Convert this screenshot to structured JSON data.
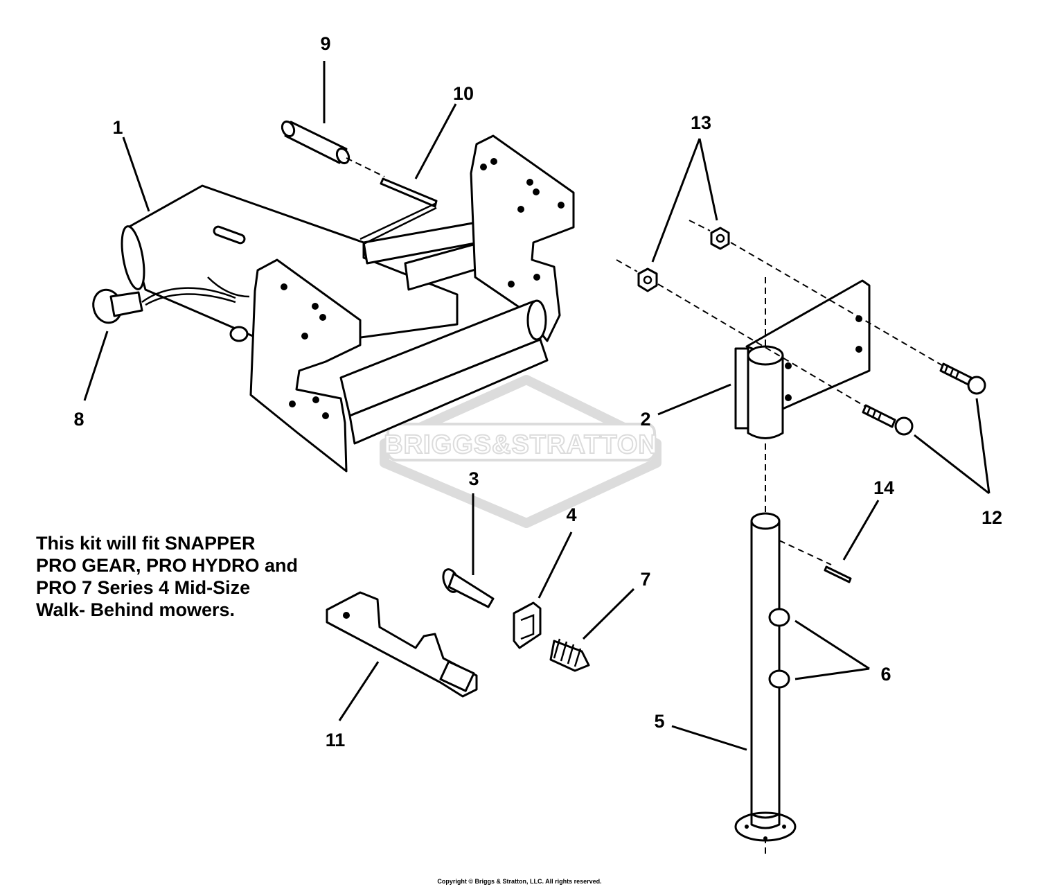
{
  "callouts": {
    "c1": "1",
    "c2": "2",
    "c3": "3",
    "c4": "4",
    "c5": "5",
    "c6": "6",
    "c7": "7",
    "c8": "8",
    "c9": "9",
    "c10": "10",
    "c11": "11",
    "c12": "12",
    "c13": "13",
    "c14": "14"
  },
  "note": "This kit will fit SNAPPER PRO GEAR, PRO HYDRO and PRO 7 Series 4 Mid-Size Walk- Behind mowers.",
  "watermark": "BRIGGS&STRATTON",
  "copyright": "Copyright © Briggs & Stratton, LLC. All rights reserved."
}
